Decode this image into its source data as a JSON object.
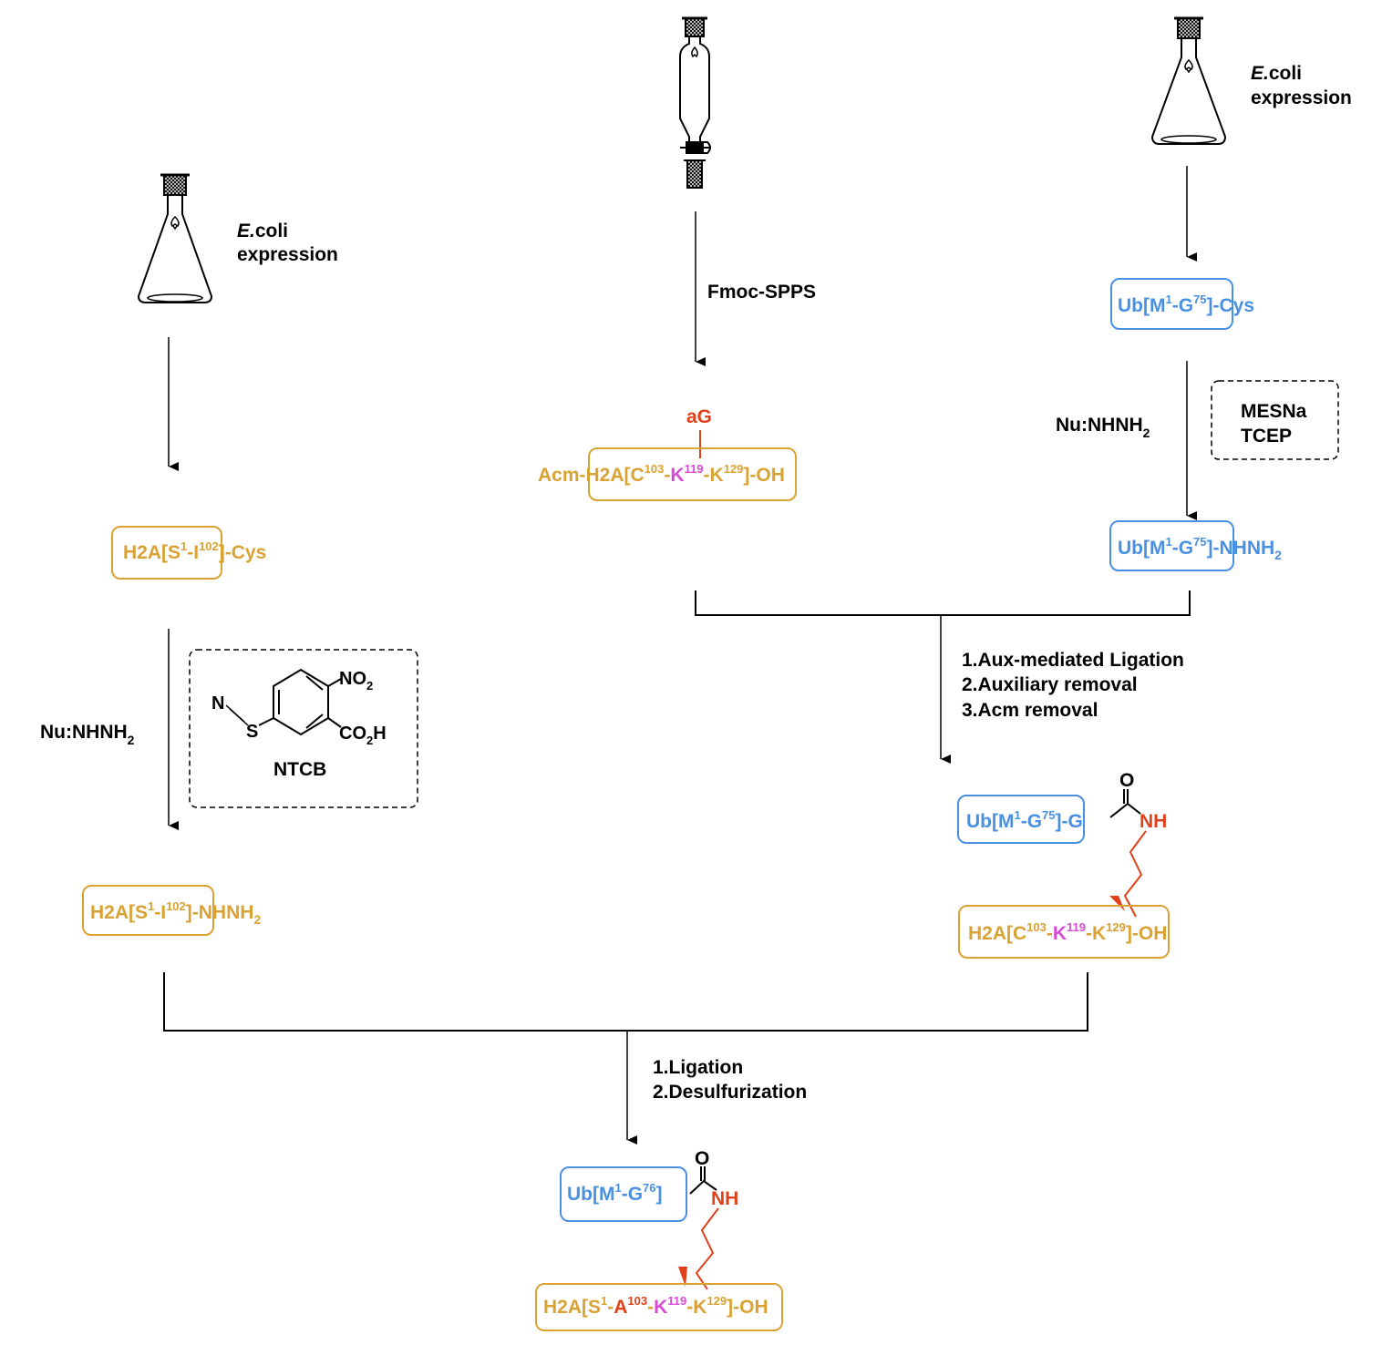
{
  "left": {
    "expression_it": "E.",
    "expression_rest": "coli",
    "expression_line2": "expression",
    "product1": {
      "a": "H2A[S",
      "s1": "1",
      "b": "-I",
      "s2": "102",
      "c": "]-Cys"
    },
    "reagent": "Nu:NHNH",
    "reagent_sub": "2",
    "ntcb": {
      "no2": "NO",
      "no2_sub": "2",
      "co2h_a": "CO",
      "co2h_sub": "2",
      "co2h_b": "H",
      "n": "N",
      "s": "S",
      "name": "NTCB"
    },
    "product2": {
      "a": "H2A[S",
      "s1": "1",
      "b": "-I",
      "s2": "102",
      "c": "]-NHNH",
      "sub": "2"
    }
  },
  "middle": {
    "method": "Fmoc-SPPS",
    "ag": "aG",
    "peptide": {
      "pre": "Acm-H2A[C",
      "s1": "103",
      "d1": "-",
      "k": "K",
      "s2": "119",
      "d2": "-K",
      "s3": "129",
      "post": "]-OH"
    }
  },
  "right": {
    "expression_it": "E.",
    "expression_rest": "coli",
    "expression_line2": "expression",
    "product1": {
      "a": "Ub[M",
      "s1": "1",
      "b": "-G",
      "s2": "75",
      "c": "]-Cys"
    },
    "reagent": "Nu:NHNH",
    "reagent_sub": "2",
    "additives": [
      "MESNa",
      "TCEP"
    ],
    "product2": {
      "a": "Ub[M",
      "s1": "1",
      "b": "-G",
      "s2": "75",
      "c": "]-NHNH",
      "sub": "2"
    }
  },
  "merge1": {
    "steps": [
      "1.Aux-mediated Ligation",
      "2.Auxiliary removal",
      "3.Acm removal"
    ],
    "product": {
      "ub": {
        "a": "Ub[M",
        "s1": "1",
        "b": "-G",
        "s2": "75",
        "c": "]-G"
      },
      "o": "O",
      "nh": "NH",
      "h2a": {
        "a": "H2A[C",
        "s1": "103",
        "d1": "-",
        "k": "K",
        "s2": "119",
        "d2": "-K",
        "s3": "129",
        "c": "]-OH"
      }
    }
  },
  "final": {
    "steps": [
      "1.Ligation",
      "2.Desulfurization"
    ],
    "product": {
      "ub": {
        "a": "Ub[M",
        "s1": "1",
        "b": "-G",
        "s2": "76",
        "c": "]"
      },
      "o": "O",
      "nh": "NH",
      "h2a": {
        "a": "H2A[S",
        "s1": "1",
        "d0": "-",
        "al": "A",
        "s2": "103",
        "d1": "-",
        "k": "K",
        "s3": "119",
        "d2": "-K",
        "s4": "129",
        "c": "]-OH"
      }
    }
  },
  "colors": {
    "gold": "#d9a233",
    "blue": "#4a90e2",
    "red": "#e0401a",
    "magenta": "#d94ad9"
  }
}
